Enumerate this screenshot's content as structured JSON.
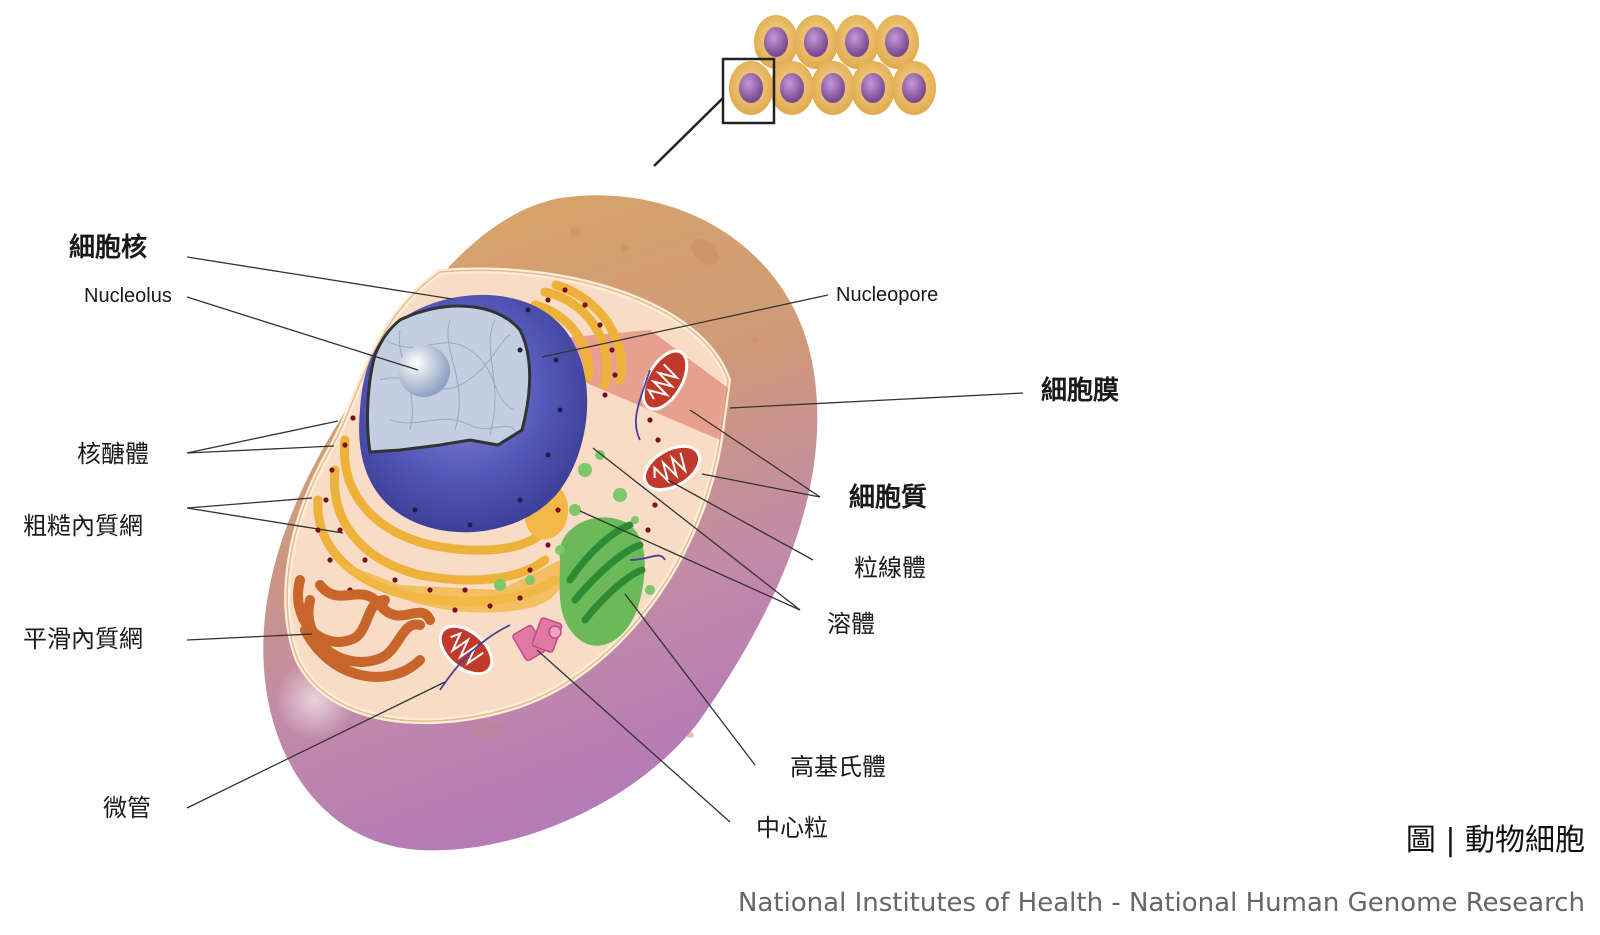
{
  "labels": {
    "nucleus": "細胞核",
    "nucleolus": "Nucleolus",
    "ribosome": "核醣體",
    "rough_er": "粗糙內質網",
    "smooth_er": "平滑內質網",
    "microtubule": "微管",
    "nucleopore": "Nucleopore",
    "cell_membrane": "細胞膜",
    "cytoplasm": "細胞質",
    "mitochondria": "粒線體",
    "lysosome": "溶體",
    "golgi": "高基氏體",
    "centriole": "中心粒"
  },
  "caption": {
    "title": "圖 | 動物細胞",
    "source": "National Institutes of Health - National Human Genome Research"
  },
  "colors": {
    "cell_outer_top": "#d9a35f",
    "cell_outer_bottom": "#b77ab8",
    "cytoplasm": "#f6d9c0",
    "nucleus_envelope": "#4b4fae",
    "nucleoplasm": "#b8c6dc",
    "rough_er": "#f2b33d",
    "smooth_er": "#d2691e",
    "golgi": "#3fa043",
    "mitochondria": "#c0392b",
    "tissue_cell": "#e9b659",
    "tissue_nucleus": "#8e5aa0"
  }
}
